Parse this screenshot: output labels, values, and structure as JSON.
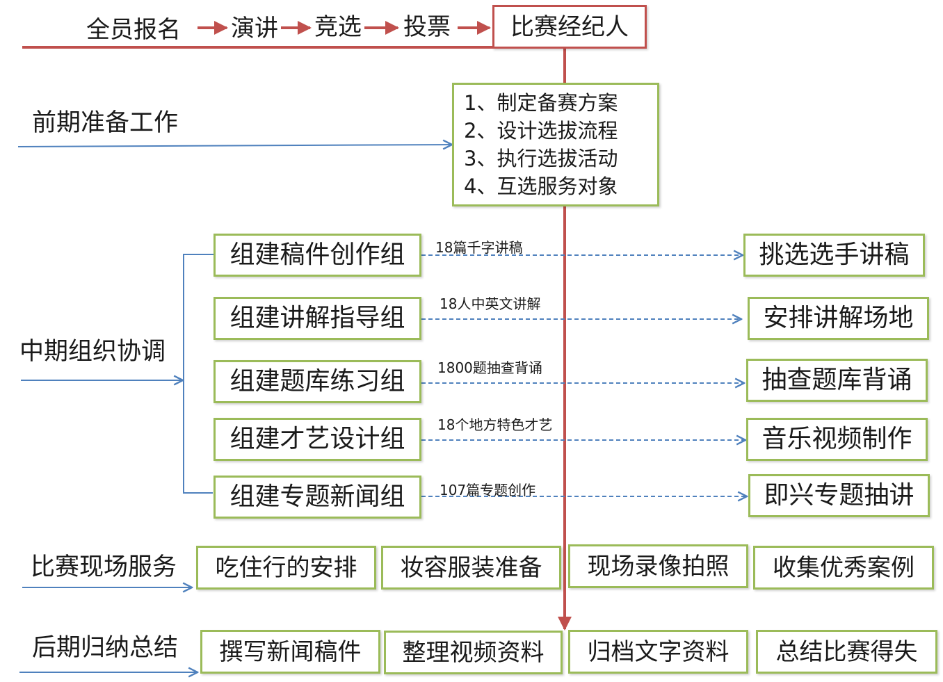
{
  "colors": {
    "red": "#c0504d",
    "green": "#9bbb59",
    "blue": "#4f81bd"
  },
  "top_flow": {
    "steps": [
      "全员报名",
      "演讲",
      "竞选",
      "投票"
    ],
    "agent": "比赛经纪人"
  },
  "stages": {
    "early": "前期准备工作",
    "middle": "中期组织协调",
    "onsite": "比赛现场服务",
    "late": "后期归纳总结"
  },
  "prep_items": [
    "1、制定备赛方案",
    "2、设计选拔流程",
    "3、执行选拔活动",
    "4、互选服务对象"
  ],
  "groups": [
    {
      "name": "组建稿件创作组",
      "label": "18篇千字讲稿",
      "result": "挑选选手讲稿"
    },
    {
      "name": "组建讲解指导组",
      "label": "18人中英文讲解",
      "result": "安排讲解场地"
    },
    {
      "name": "组建题库练习组",
      "label": "1800题抽查背诵",
      "result": "抽查题库背诵"
    },
    {
      "name": "组建才艺设计组",
      "label": "18个地方特色才艺",
      "result": "音乐视频制作"
    },
    {
      "name": "组建专题新闻组",
      "label": "107篇专题创作",
      "result": "即兴专题抽讲"
    }
  ],
  "onsite_tasks": [
    "吃住行的安排",
    "妆容服装准备",
    "现场录像拍照",
    "收集优秀案例"
  ],
  "late_tasks": [
    "撰写新闻稿件",
    "整理视频资料",
    "归档文字资料",
    "总结比赛得失"
  ]
}
